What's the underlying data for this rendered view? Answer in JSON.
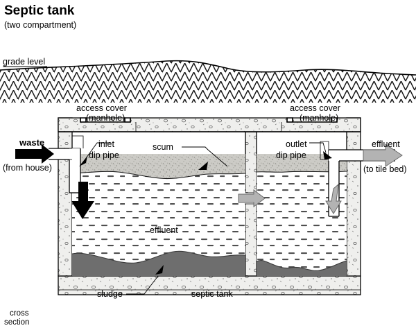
{
  "title": "Septic tank",
  "subtitle": "(two compartment)",
  "caption": {
    "line1": "cross",
    "line2": "section"
  },
  "labels": {
    "grade_level": "grade level",
    "access_cover_left_line1": "access cover",
    "access_cover_left_line2": "(manhole)",
    "access_cover_right_line1": "access cover",
    "access_cover_right_line2": "(manhole)",
    "waste": "waste",
    "waste_source": "(from house)",
    "inlet_line1": "inlet",
    "inlet_line2": "dip pipe",
    "outlet_line1": "outlet",
    "outlet_line2": "dip pipe",
    "scum": "scum",
    "effluent_interior": "effluent",
    "effluent_out": "effluent",
    "effluent_dest": "(to tile bed)",
    "sludge": "sludge",
    "septic_tank": "septic tank"
  },
  "colors": {
    "outline": "#000000",
    "ground_fill": "#ffffff",
    "concrete": "#eeeeec",
    "scum": "#c9c9c4",
    "sludge": "#6e6e6e",
    "liquid_dash": "#555555",
    "arrow_gray": "#b3b3b3",
    "arrow_black": "#000000",
    "pipe": "#ffffff",
    "background": "#ffffff"
  },
  "flow_arrows": [
    {
      "name": "waste-inlet-arrow",
      "style": "black",
      "direction": "right"
    },
    {
      "name": "inlet-downflow-arrow",
      "style": "black",
      "direction": "down"
    },
    {
      "name": "compartment-transfer-arrow",
      "style": "gray",
      "direction": "right"
    },
    {
      "name": "outlet-riser-arrow",
      "style": "gray",
      "direction": "up"
    },
    {
      "name": "effluent-outlet-arrow",
      "style": "gray",
      "direction": "right"
    }
  ],
  "structure": {
    "compartments": 2,
    "layers": [
      "scum",
      "effluent",
      "sludge"
    ],
    "components": [
      "grade level",
      "access cover (manhole)",
      "inlet dip pipe",
      "outlet dip pipe",
      "divider wall",
      "tank walls",
      "top slab",
      "bottom slab"
    ]
  }
}
